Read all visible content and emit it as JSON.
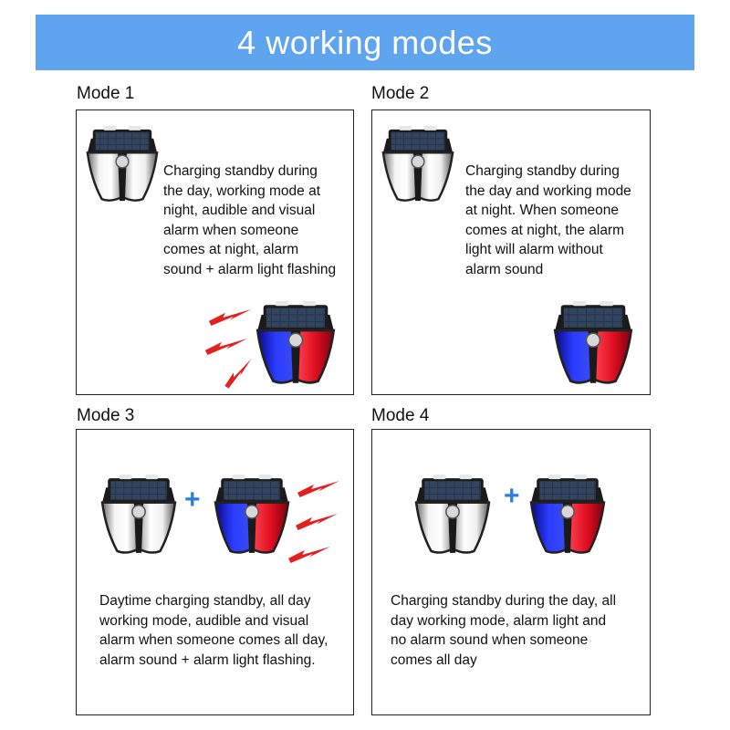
{
  "title": "4 working modes",
  "modes": [
    {
      "label": "Mode 1",
      "text": "Charging standby during\nthe day, working mode at\nnight, audible and visual\nalarm when someone\ncomes at night, alarm\nsound + alarm light flashing"
    },
    {
      "label": "Mode 2",
      "text": "Charging standby during\nthe day and working mode\nat night. When someone\ncomes at night, the alarm\nlight will alarm without\nalarm sound"
    },
    {
      "label": "Mode 3",
      "text": "Daytime charging standby, all day\nworking mode, audible and visual\nalarm when someone comes all day,\nalarm sound + alarm light flashing."
    },
    {
      "label": "Mode 4",
      "text": "Charging standby during the day, all\nday working mode, alarm light and\nno alarm sound when someone\ncomes all day"
    }
  ],
  "plus_sign": "+",
  "colors": {
    "banner": "#5fa4ee",
    "plus": "#2a7fe0",
    "bolt": "#e32020",
    "red_light": "#e81c24",
    "blue_light": "#1f2fd8"
  }
}
